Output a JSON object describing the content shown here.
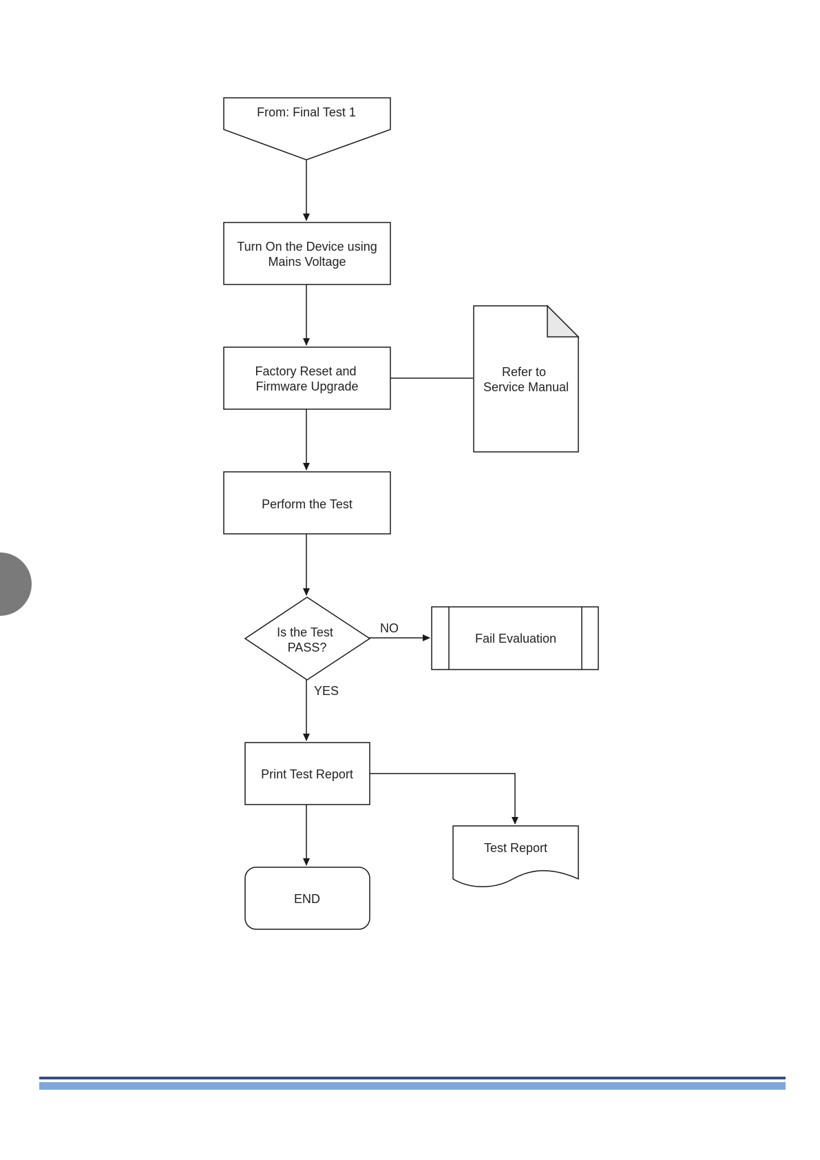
{
  "nodes": {
    "start": {
      "label": "From: Final Test 1"
    },
    "turn_on": {
      "line1": "Turn On the Device using",
      "line2": "Mains Voltage"
    },
    "factory_reset": {
      "line1": "Factory Reset and",
      "line2": "Firmware Upgrade"
    },
    "service_manual": {
      "line1": "Refer to",
      "line2": "Service Manual"
    },
    "perform_test": {
      "label": "Perform the Test"
    },
    "decision": {
      "line1": "Is the Test",
      "line2": "PASS?"
    },
    "fail_evaluation": {
      "label": "Fail Evaluation"
    },
    "print_report": {
      "label": "Print Test Report"
    },
    "test_report": {
      "label": "Test Report"
    },
    "end": {
      "label": "END"
    }
  },
  "edges": {
    "no_label": "NO",
    "yes_label": "YES"
  },
  "colors": {
    "line": "#1a1a1a",
    "footer_dark": "#2e4d94",
    "footer_light": "#7fa6d8",
    "side_tab": "#7a7a7a",
    "fold": "#e8e8e8"
  }
}
